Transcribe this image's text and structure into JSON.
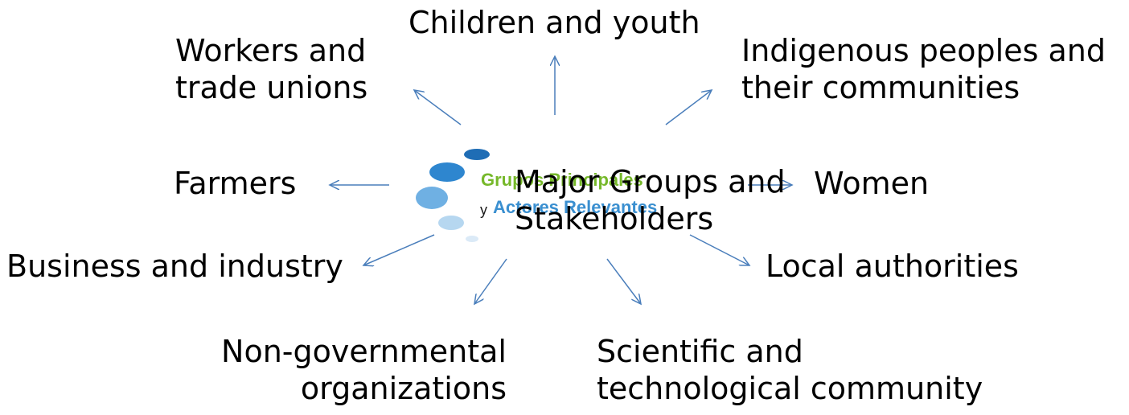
{
  "diagram": {
    "center": {
      "line1": "Major Groups and",
      "line2": "Stakeholders"
    },
    "logo": {
      "line1": "Grupos Principales",
      "line2_prefix": "y",
      "line2": "Actores Relevantes",
      "colors": {
        "green": "#76b82a",
        "blue": "#3a8fd0",
        "dark_blue": "#1f6db5",
        "light_blue": "#a9cfec"
      }
    },
    "groups": {
      "children_youth": "Children and youth",
      "workers_line1": "Workers and",
      "workers_line2": "trade unions",
      "indigenous_line1": "Indigenous peoples and",
      "indigenous_line2": "their communities",
      "farmers": "Farmers",
      "women": "Women",
      "business": "Business and industry",
      "local_authorities": "Local authorities",
      "ngo_line1": "Non-governmental",
      "ngo_line2": "organizations",
      "scientific_line1": "Scientific and",
      "scientific_line2": "technological community"
    },
    "arrow_color": "#4a7ebb"
  }
}
